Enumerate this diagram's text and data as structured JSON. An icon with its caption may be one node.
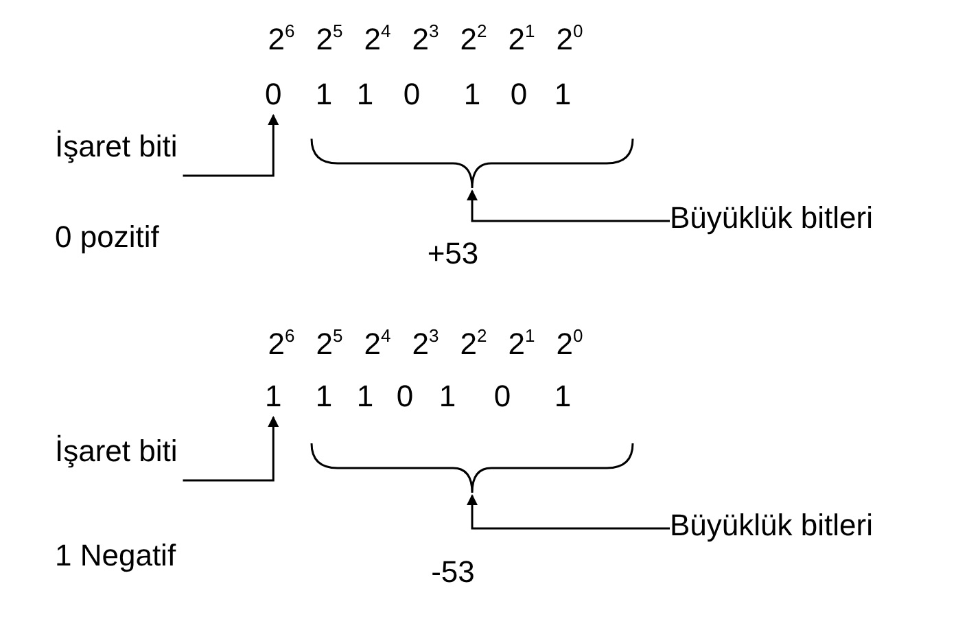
{
  "diagram": {
    "nodes": [
      {
        "text": [
          "İşaret biti"
        ]
      },
      {
        "text": [
          "0"
        ]
      },
      {
        "text": [],
        "shape": "brace"
      },
      {
        "text": [
          "Büyüklük bitleri"
        ]
      },
      {
        "text": [
          "İşaret biti"
        ]
      },
      {
        "text": [
          "1"
        ]
      },
      {
        "text": [],
        "shape": "brace"
      },
      {
        "text": [
          "Büyüklük bitleri"
        ]
      }
    ],
    "edges": [
      {
        "from": 0,
        "to": 1,
        "arrow": "to"
      },
      {
        "from": 3,
        "to": 2,
        "arrow": "to"
      },
      {
        "from": 4,
        "to": 5,
        "arrow": "to"
      },
      {
        "from": 7,
        "to": 6,
        "arrow": "to"
      }
    ],
    "labels": [
      "2$^{6}$",
      "2$^{5}$",
      "2$^{4}$",
      "2$^{3}$",
      "2$^{2}$",
      "2$^{1}$",
      "2$^{0}$",
      "1",
      "1",
      "0",
      "1",
      "0",
      "1",
      "+53",
      "0 pozitif",
      "2$^{6}$",
      "2$^{5}$",
      "2$^{4}$",
      "2$^{3}$",
      "2$^{2}$",
      "2$^{1}$",
      "2$^{0}$",
      "1",
      "1",
      "0",
      "1",
      "0",
      "1",
      "-53",
      "1 Negatif"
    ]
  }
}
